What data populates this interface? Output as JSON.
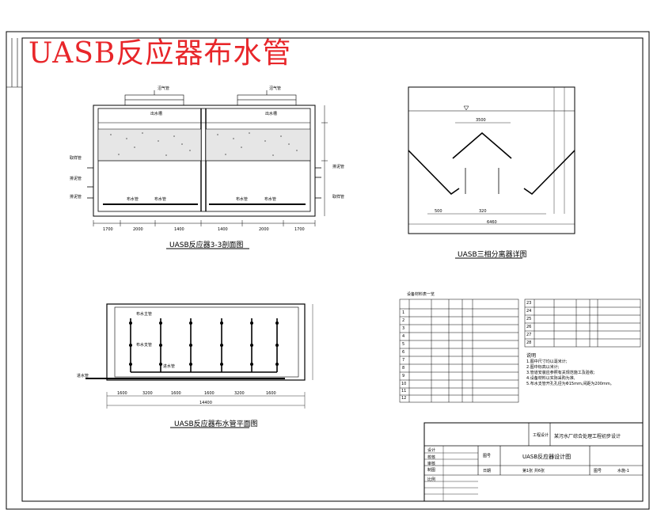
{
  "header": {
    "main_title": "UASB反应器布水管"
  },
  "section_view": {
    "caption": "UASB反应器3-3剖面图",
    "labels": {
      "gas_pipe_left": "沼气管",
      "gas_pipe_right": "沼气管",
      "outlet_left": "出水槽",
      "outlet_right": "出水槽",
      "sampling_left": "取样管",
      "sludge_left": "排泥管",
      "sludge2_left": "排泥管",
      "sampling_right": "排泥管",
      "sludge_right": "取样管",
      "inlet_left": "布水管",
      "inlet_mid": "布水管",
      "inlet_right": "布水管",
      "inlet_right2": "布水管"
    },
    "dims": [
      "1700",
      "2000",
      "1400",
      "1400",
      "2000",
      "1700"
    ]
  },
  "separator_view": {
    "caption": "UASB三相分离器详图",
    "dims": {
      "top": "3500",
      "bottom_left": "500",
      "bottom_mid": "320",
      "overall": "6460"
    }
  },
  "plan_view": {
    "caption": "UASB反应器布水管平面图",
    "labels": {
      "main": "布水主管",
      "branch": "布水支管",
      "inlet": "进水管",
      "header": "进水管"
    },
    "dims": [
      "1600",
      "3200",
      "1600",
      "1600",
      "3200",
      "1600"
    ],
    "overall": "14400"
  },
  "equipment_table": {
    "title": "设备材料表一览",
    "left_rows": [
      "1",
      "2",
      "3",
      "4",
      "5",
      "6",
      "7",
      "8",
      "9",
      "10",
      "11",
      "12"
    ],
    "right_rows": [
      "23",
      "24",
      "25",
      "26",
      "27",
      "28"
    ]
  },
  "notes": {
    "heading": "说明",
    "items": [
      "1.图中尺寸均以毫米计;",
      "2.图中标高以米计;",
      "3.管道安装应参照有关规范施工及验收;",
      "4.设备材料以实际采购为准,",
      "5.布水支管开孔孔径为Φ15mm,间距为200mm。"
    ]
  },
  "title_block": {
    "school": "工程设计",
    "project": "某污水厂综合处理工程初步设计",
    "drawing_name": "UASB反应器设计图",
    "fields": [
      "设计",
      "校核",
      "审核",
      "制图",
      "图号",
      "日期",
      "图号",
      "比例"
    ],
    "sheet": "第1张 共6张",
    "number": "水施-1"
  }
}
